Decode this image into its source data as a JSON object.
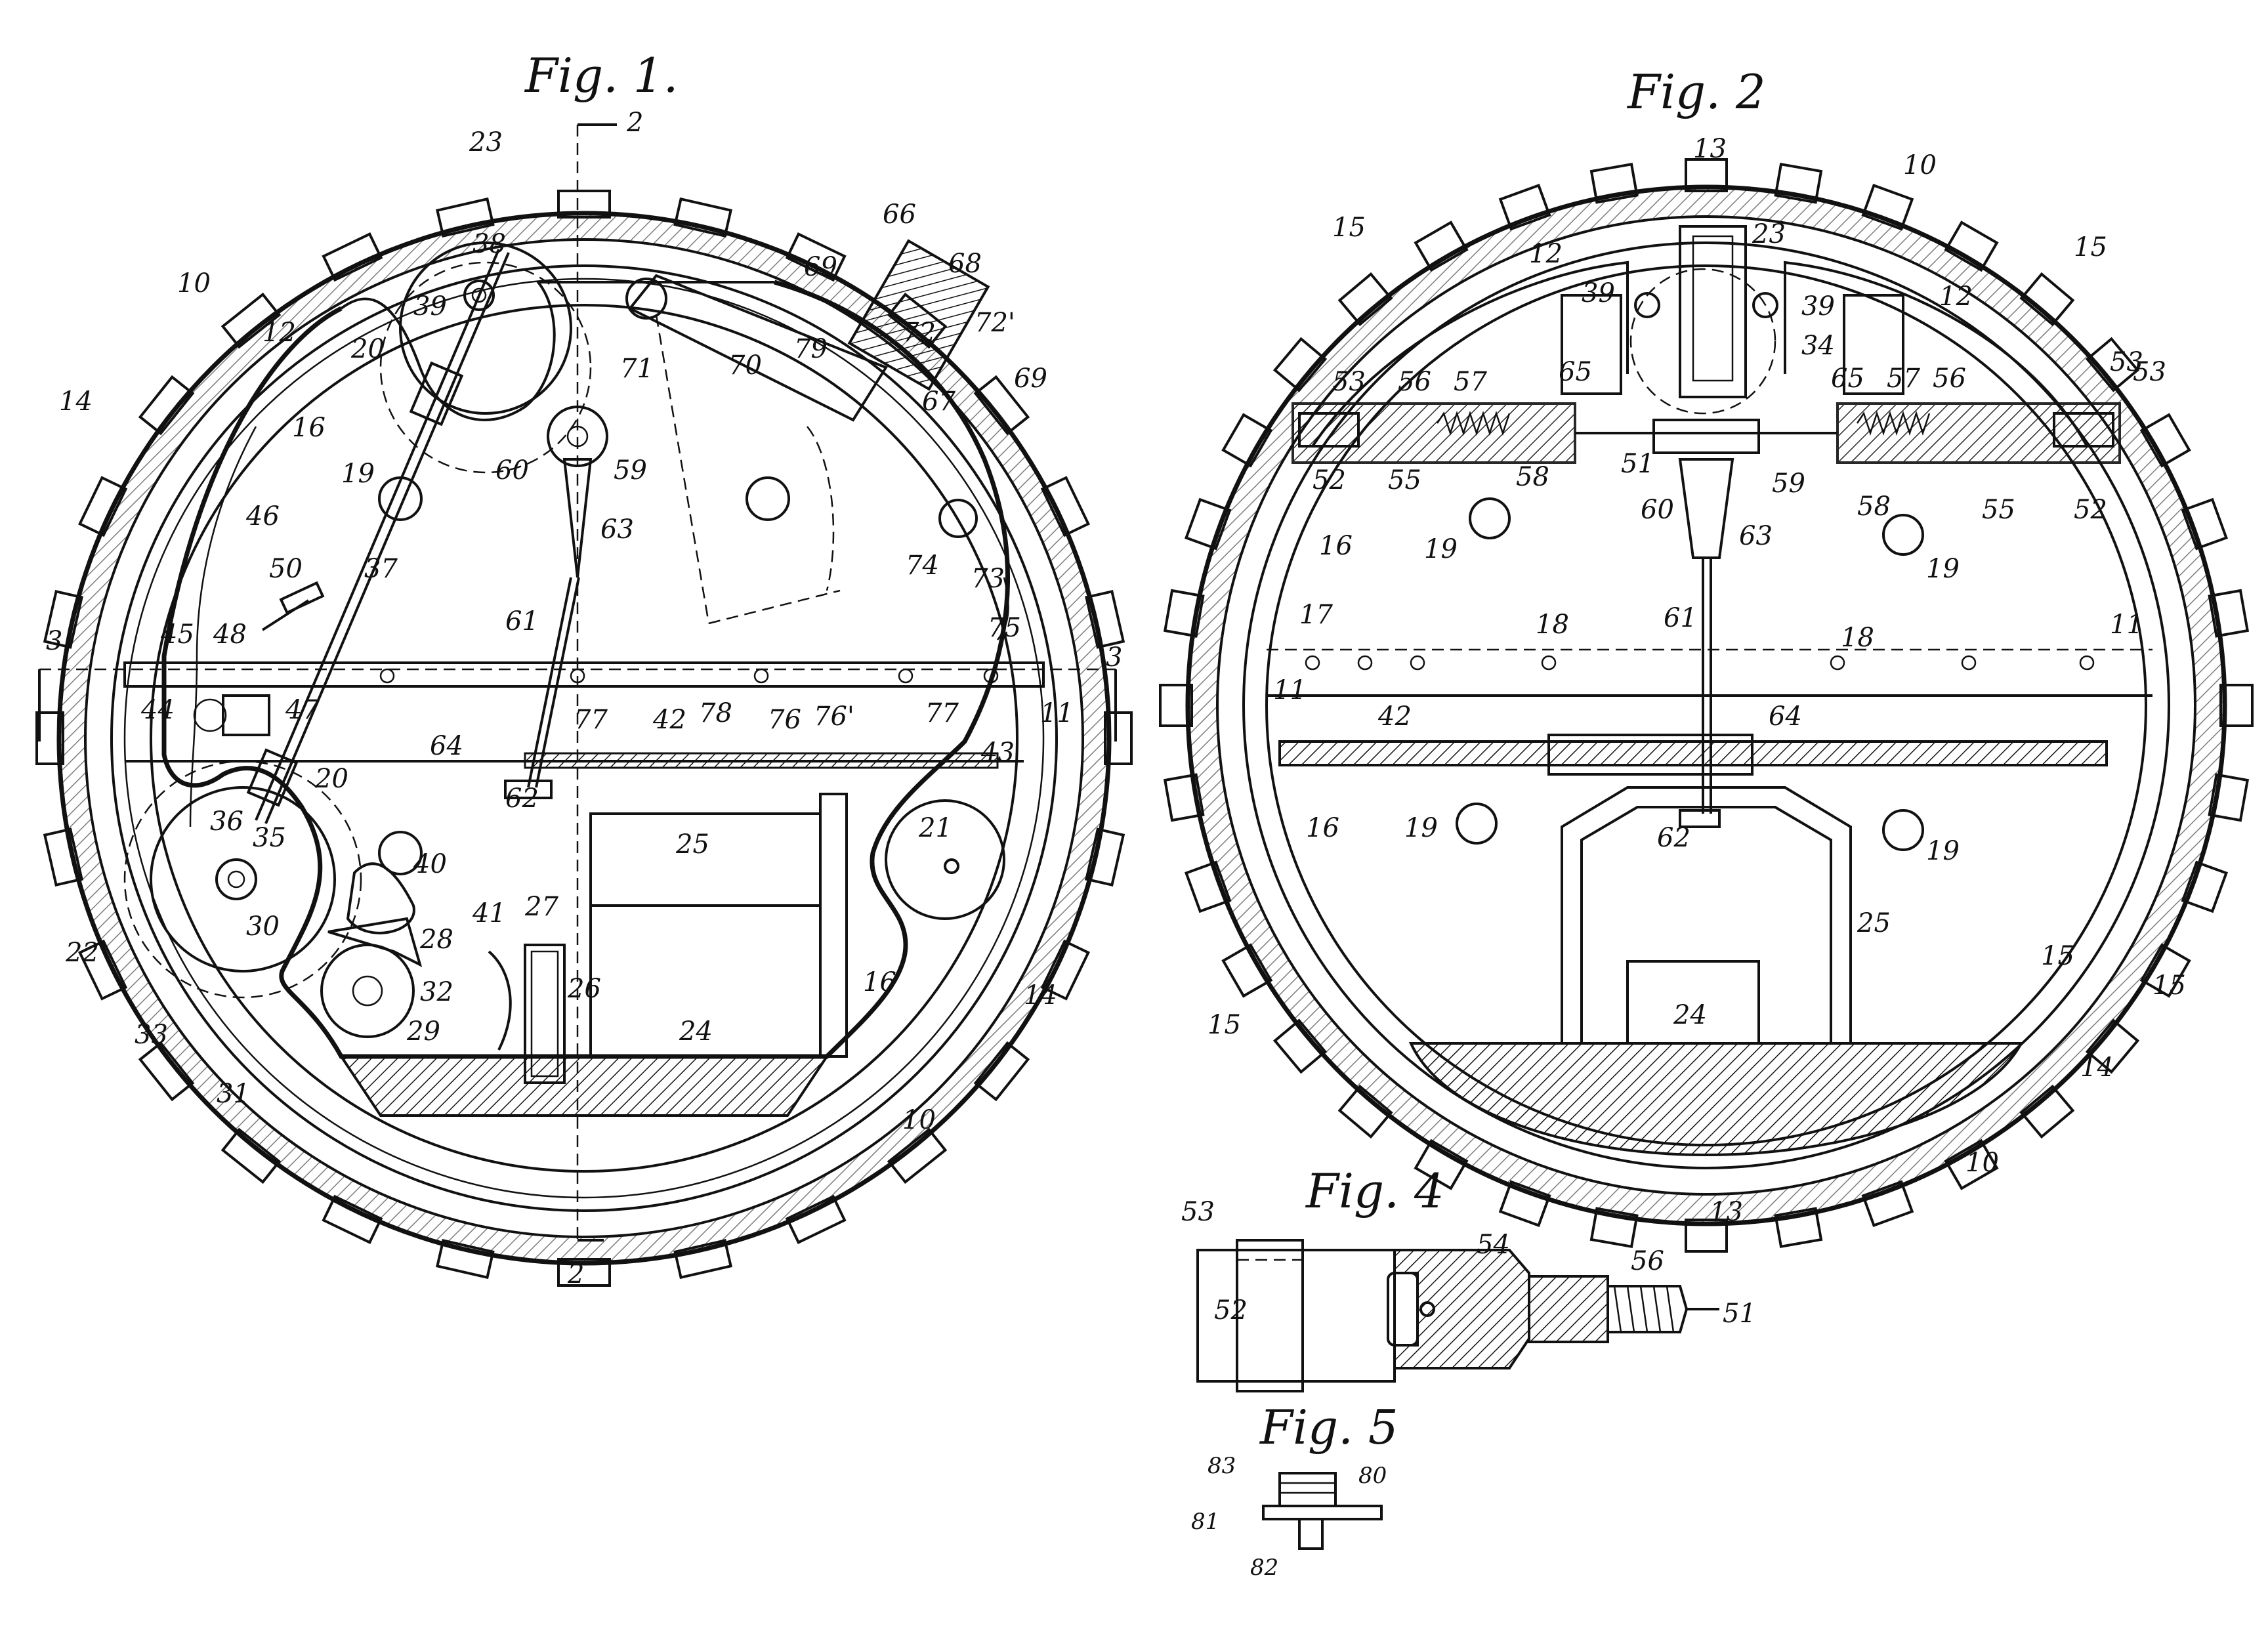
{
  "figures": [
    {
      "id": "fig1",
      "title": "Fig. 1.",
      "refs": [
        "2",
        "23",
        "38",
        "39",
        "20",
        "10",
        "12",
        "14",
        "16",
        "19",
        "46",
        "50",
        "48",
        "45",
        "44",
        "47",
        "37",
        "3",
        "36",
        "35",
        "22",
        "30",
        "33",
        "31",
        "40",
        "41",
        "28",
        "32",
        "29",
        "27",
        "26",
        "24",
        "25",
        "21",
        "16",
        "14",
        "10",
        "62",
        "61",
        "63",
        "60",
        "59",
        "71",
        "70",
        "79",
        "72",
        "72'",
        "66",
        "69",
        "68",
        "67",
        "69",
        "74",
        "73",
        "75",
        "77",
        "42",
        "78",
        "76",
        "76'",
        "77",
        "43",
        "11",
        "3",
        "64",
        "20",
        "2"
      ]
    },
    {
      "id": "fig2",
      "title": "Fig. 2",
      "refs": [
        "13",
        "10",
        "12",
        "15",
        "15",
        "23",
        "39",
        "39",
        "34",
        "12",
        "15",
        "53",
        "53",
        "56",
        "57",
        "65",
        "65",
        "57",
        "56",
        "53",
        "52",
        "55",
        "58",
        "51",
        "59",
        "60",
        "58",
        "55",
        "52",
        "16",
        "19",
        "63",
        "19",
        "11",
        "17",
        "18",
        "61",
        "18",
        "11",
        "42",
        "64",
        "16",
        "62",
        "19",
        "19",
        "25",
        "24",
        "15",
        "15",
        "14",
        "10",
        "13"
      ]
    },
    {
      "id": "fig4",
      "title": "Fig. 4",
      "refs": [
        "53",
        "54",
        "56",
        "52",
        "51"
      ]
    },
    {
      "id": "fig5",
      "title": "Fig. 5",
      "refs": [
        "83",
        "80",
        "81",
        "82"
      ]
    }
  ]
}
